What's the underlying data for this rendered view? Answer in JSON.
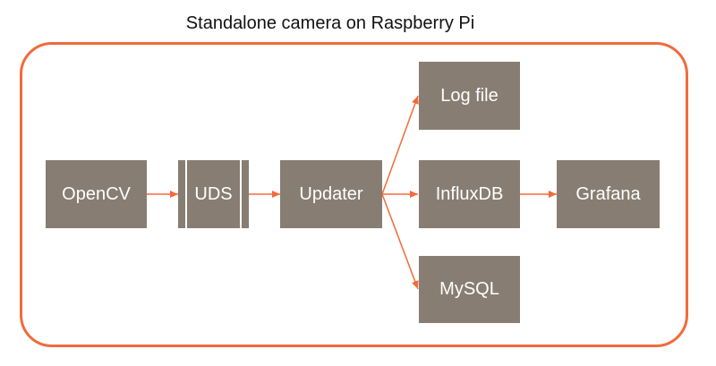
{
  "title": "Standalone camera on Raspberry Pi",
  "colors": {
    "accent": "#f26a3a",
    "node_fill": "#877d72",
    "node_text": "#ffffff"
  },
  "nodes": {
    "opencv": "OpenCV",
    "uds": "UDS",
    "updater": "Updater",
    "log_file": "Log file",
    "influxdb": "InfluxDB",
    "mysql": "MySQL",
    "grafana": "Grafana"
  },
  "edges": [
    [
      "opencv",
      "uds"
    ],
    [
      "uds",
      "updater"
    ],
    [
      "updater",
      "log_file"
    ],
    [
      "updater",
      "influxdb"
    ],
    [
      "updater",
      "mysql"
    ],
    [
      "influxdb",
      "grafana"
    ]
  ]
}
